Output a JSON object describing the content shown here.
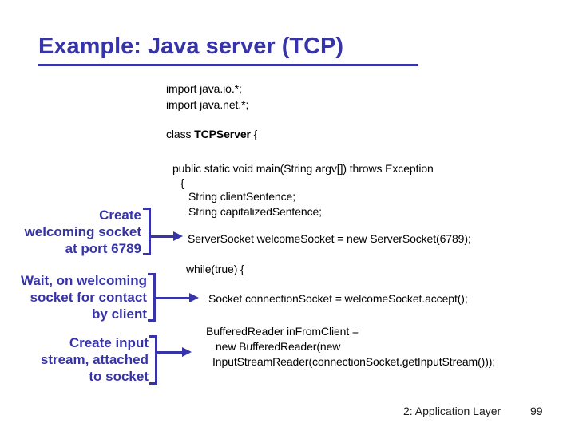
{
  "slide": {
    "title": "Example: Java server (TCP)",
    "background": "#ffffff",
    "accent_color": "#3733a8",
    "code_color": "#000000"
  },
  "code": {
    "import_io": "import java.io.*;",
    "import_net": "import java.net.*;",
    "class_prefix": "class ",
    "class_name": "TCPServer",
    "class_suffix": " {",
    "main_signature": "public static void main(String argv[]) throws Exception",
    "open_brace": "{",
    "decl_client_sentence": "String clientSentence;",
    "decl_capitalized_sentence": "String capitalizedSentence;",
    "server_socket": "ServerSocket welcomeSocket = new ServerSocket(6789);",
    "while_loop": "while(true) {",
    "connection_socket": "Socket connectionSocket = welcomeSocket.accept();",
    "buffered_reader_1": "BufferedReader inFromClient =",
    "buffered_reader_2": "new BufferedReader(new",
    "buffered_reader_3": "InputStreamReader(connectionSocket.getInputStream()));"
  },
  "annotations": {
    "welcoming_socket": {
      "line1": "Create",
      "line2": "welcoming socket",
      "line3": "at port 6789"
    },
    "wait_contact": {
      "line1": "Wait, on welcoming",
      "line2": "socket for contact",
      "line3": "by client"
    },
    "input_stream": {
      "line1": "Create input",
      "line2": "stream, attached",
      "line3": "to socket"
    }
  },
  "footer": {
    "section": "2: Application Layer",
    "page": "99"
  }
}
